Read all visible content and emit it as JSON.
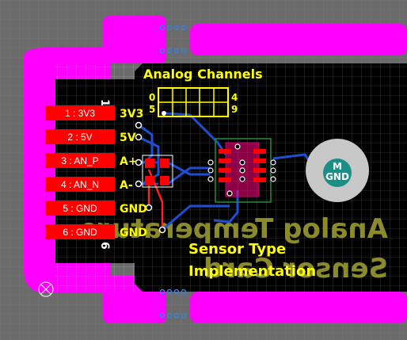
{
  "board": {
    "title": "Analog Channels",
    "header_rows": [
      "0",
      "5"
    ],
    "header_cols_right": [
      "4",
      "9"
    ],
    "mirrored_silk": [
      "Analog Temperature",
      "Sensor Card"
    ],
    "silk_text": [
      "Sensor Type",
      "Implementation"
    ],
    "motor_labels": [
      "M",
      "GND"
    ],
    "silk_side_markers": [
      "1",
      "6"
    ]
  },
  "pins": [
    {
      "pad": "1 : 3V3",
      "net": "3V3"
    },
    {
      "pad": "2 : 5V",
      "net": "5V"
    },
    {
      "pad": "3 : AN_P",
      "net": "A+"
    },
    {
      "pad": "4 : AN_N",
      "net": "A-"
    },
    {
      "pad": "5 : GND",
      "net": "GND"
    },
    {
      "pad": "6 : GND",
      "net": "GND"
    }
  ],
  "colors": {
    "background": "#6b6b6b",
    "board_black": "#000000",
    "keepout_magenta": "#ff00ff",
    "pad_red": "#ff0000",
    "silk_yellow": "#ffff00",
    "trace_blue": "#1f4fd0",
    "copper_red": "#ff2020",
    "grid": "#ffffff",
    "motor_teal": "#1b8f86",
    "motor_ring": "#c8c8c8"
  },
  "icons": [
    "crosshair-icon"
  ]
}
